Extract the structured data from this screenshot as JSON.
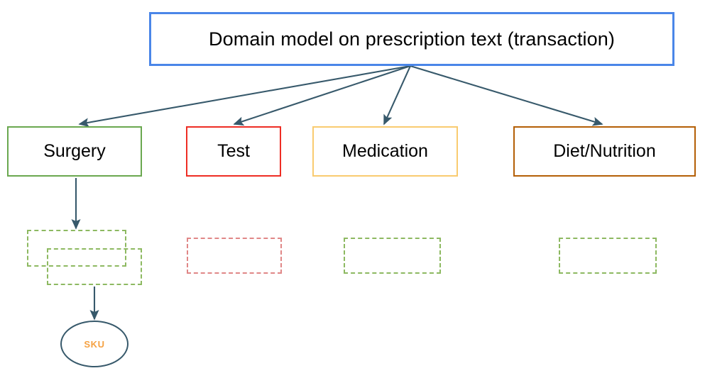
{
  "diagram": {
    "type": "tree-diagram",
    "background_color": "#ffffff",
    "edge_color": "#37596b",
    "root": {
      "label": "Domain model on prescription text (transaction)",
      "border_color": "#4a86e8",
      "shape": "rectangle"
    },
    "categories": [
      {
        "label": "Surgery",
        "border_color": "#6aa84f",
        "shape": "rectangle"
      },
      {
        "label": "Test",
        "border_color": "#ee2d24",
        "shape": "rectangle"
      },
      {
        "label": "Medication",
        "border_color": "#f9cb70",
        "shape": "rectangle"
      },
      {
        "label": "Diet/Nutrition",
        "border_color": "#b45f06",
        "shape": "rectangle"
      }
    ],
    "placeholders": [
      {
        "label": "",
        "border_color": "#8db961",
        "style": "dashed",
        "under": "Surgery"
      },
      {
        "label": "",
        "border_color": "#8db961",
        "style": "dashed",
        "under": "Surgery"
      },
      {
        "label": "",
        "border_color": "#e08787",
        "style": "dashed",
        "under": "Test"
      },
      {
        "label": "",
        "border_color": "#8db961",
        "style": "dashed",
        "under": "Medication"
      },
      {
        "label": "",
        "border_color": "#8db961",
        "style": "dashed",
        "under": "Diet/Nutrition"
      }
    ],
    "leaf": {
      "label": "SKU",
      "shape": "ellipse",
      "border_color": "#37596b",
      "text_color": "#f5a142"
    }
  }
}
